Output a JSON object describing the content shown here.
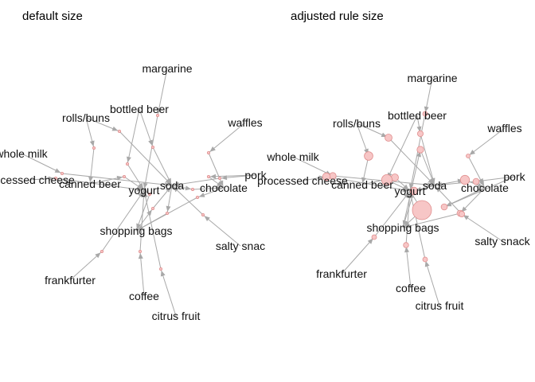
{
  "panels": [
    {
      "id": "left",
      "title": "default size",
      "items": [
        {
          "id": "margarine",
          "label": "margarine"
        },
        {
          "id": "bottled_beer",
          "label": "bottled beer"
        },
        {
          "id": "rolls_buns",
          "label": "rolls/buns"
        },
        {
          "id": "waffles",
          "label": "waffles"
        },
        {
          "id": "whole_milk",
          "label": "whole milk"
        },
        {
          "id": "pork",
          "label": "pork"
        },
        {
          "id": "processed_cheese",
          "label": "processed cheese"
        },
        {
          "id": "canned_beer",
          "label": "canned beer"
        },
        {
          "id": "yogurt",
          "label": "yogurt"
        },
        {
          "id": "soda",
          "label": "soda"
        },
        {
          "id": "chocolate",
          "label": "chocolate"
        },
        {
          "id": "shopping_bags",
          "label": "shopping bags"
        },
        {
          "id": "salty_snack",
          "label": "salty snac"
        },
        {
          "id": "frankfurter",
          "label": "frankfurter"
        },
        {
          "id": "coffee",
          "label": "coffee"
        },
        {
          "id": "citrus_fruit",
          "label": "citrus fruit"
        }
      ]
    },
    {
      "id": "right",
      "title": "adjusted rule size",
      "items": [
        {
          "id": "margarine",
          "label": "margarine"
        },
        {
          "id": "bottled_beer",
          "label": "bottled beer"
        },
        {
          "id": "rolls_buns",
          "label": "rolls/buns"
        },
        {
          "id": "waffles",
          "label": "waffles"
        },
        {
          "id": "whole_milk",
          "label": "whole milk"
        },
        {
          "id": "pork",
          "label": "pork"
        },
        {
          "id": "processed_cheese",
          "label": "processed cheese"
        },
        {
          "id": "canned_beer",
          "label": "canned beer"
        },
        {
          "id": "yogurt",
          "label": "yogurt"
        },
        {
          "id": "soda",
          "label": "soda"
        },
        {
          "id": "chocolate",
          "label": "chocolate"
        },
        {
          "id": "shopping_bags",
          "label": "shopping bags"
        },
        {
          "id": "salty_snack",
          "label": "salty snack"
        },
        {
          "id": "frankfurter",
          "label": "frankfurter"
        },
        {
          "id": "coffee",
          "label": "coffee"
        },
        {
          "id": "citrus_fruit",
          "label": "citrus fruit"
        }
      ]
    }
  ],
  "edges": [
    [
      "margarine",
      "r1"
    ],
    [
      "r1",
      "yogurt"
    ],
    [
      "bottled_beer",
      "r2"
    ],
    [
      "r2",
      "soda"
    ],
    [
      "rolls_buns",
      "r3"
    ],
    [
      "r3",
      "soda"
    ],
    [
      "waffles",
      "r4"
    ],
    [
      "r4",
      "chocolate"
    ],
    [
      "whole_milk",
      "r5"
    ],
    [
      "r5",
      "soda"
    ],
    [
      "pork",
      "r6"
    ],
    [
      "r6",
      "soda"
    ],
    [
      "processed_cheese",
      "r7"
    ],
    [
      "r7",
      "yogurt"
    ],
    [
      "canned_beer",
      "r8"
    ],
    [
      "r8",
      "yogurt"
    ],
    [
      "yogurt",
      "r9"
    ],
    [
      "r9",
      "shopping_bags"
    ],
    [
      "soda",
      "r10"
    ],
    [
      "r10",
      "shopping_bags"
    ],
    [
      "chocolate",
      "r11"
    ],
    [
      "r11",
      "shopping_bags"
    ],
    [
      "salty_snack",
      "r12"
    ],
    [
      "r12",
      "soda"
    ],
    [
      "frankfurter",
      "r13"
    ],
    [
      "r13",
      "yogurt"
    ],
    [
      "coffee",
      "r14"
    ],
    [
      "r14",
      "yogurt"
    ],
    [
      "citrus_fruit",
      "r15"
    ],
    [
      "r15",
      "yogurt"
    ],
    [
      "shopping_bags",
      "r16"
    ],
    [
      "r16",
      "soda"
    ],
    [
      "rolls_buns",
      "r17"
    ],
    [
      "r17",
      "canned_beer"
    ],
    [
      "bottled_beer",
      "r18"
    ],
    [
      "r18",
      "yogurt"
    ],
    [
      "soda",
      "r19"
    ],
    [
      "r19",
      "chocolate"
    ],
    [
      "pork",
      "r20"
    ],
    [
      "r20",
      "chocolate"
    ]
  ],
  "rule_sizes": {
    "r1": 1,
    "r2": 1.2,
    "r3": 1.5,
    "r4": 0.8,
    "r5": 1.4,
    "r6": 1.3,
    "r7": 1.6,
    "r8": 1.5,
    "r9": 4,
    "r10": 1.6,
    "r11": 1.3,
    "r12": 1.2,
    "r13": 1,
    "r14": 1.1,
    "r15": 1,
    "r16": 1.4,
    "r17": 1.8,
    "r18": 2.2,
    "r19": 1.9,
    "r20": 1.3
  }
}
